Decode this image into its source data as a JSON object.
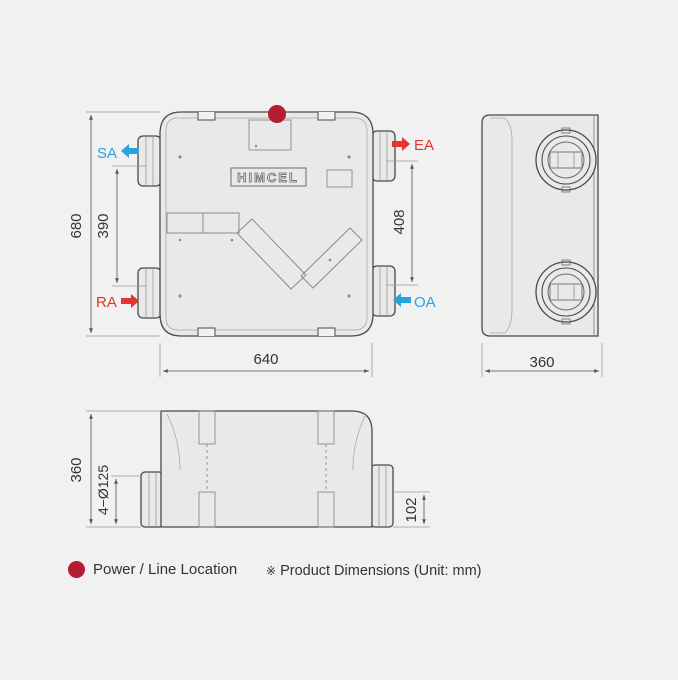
{
  "colors": {
    "background": "#f1f1f2",
    "body_fill": "#e9e9ea",
    "outline": "#4a4a4a",
    "detail": "#9a9a9a",
    "dimension": "#555555",
    "supply_arrow": "#2aa3dc",
    "exhaust_arrow": "#e2352f",
    "power_dot": "#b21e33"
  },
  "front_view": {
    "brand_badge": "HIMCEL",
    "dim_height": "680",
    "dim_inner_left": "390",
    "dim_inner_right": "408",
    "dim_width": "640",
    "ports": {
      "sa": "SA",
      "ea": "EA",
      "ra": "RA",
      "oa": "OA"
    }
  },
  "side_view": {
    "dim_width": "360"
  },
  "bottom_view": {
    "dim_height": "360",
    "dim_duct": "4−Ø125",
    "dim_offset": "102"
  },
  "legend": {
    "power_label": "Power / Line Location",
    "note_mark": "※",
    "note_text": "Product Dimensions (Unit: mm)"
  }
}
